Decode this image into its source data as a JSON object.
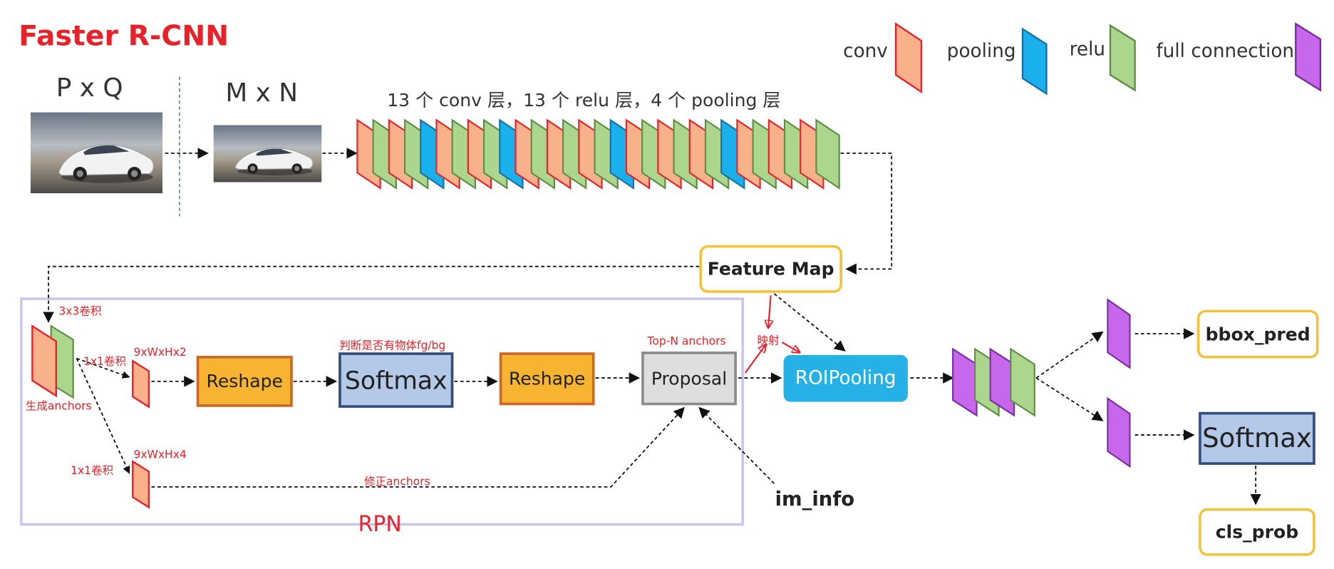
{
  "title": "Faster R-CNN",
  "input_size_pq": "P x Q",
  "input_size_mn": "M x N",
  "backbone_label": "13 个 conv 层，13 个 relu 层，4 个 pooling 层",
  "legend": {
    "conv": "conv",
    "pooling": "pooling",
    "relu": "relu",
    "full_connection": "full connection"
  },
  "colors": {
    "conv": "#f9b18c",
    "relu": "#acd58d",
    "pooling": "#1ab0ec",
    "full_connection": "#c767ec",
    "rpn_border": "#c9c6ee",
    "red_annotation": "#e8222a"
  },
  "backbone_sequence": [
    "conv",
    "relu",
    "conv",
    "relu",
    "pooling",
    "conv",
    "relu",
    "conv",
    "relu",
    "pooling",
    "conv",
    "relu",
    "conv",
    "relu",
    "conv",
    "relu",
    "pooling",
    "conv",
    "relu",
    "conv",
    "relu",
    "conv",
    "relu",
    "pooling",
    "conv",
    "relu",
    "conv",
    "relu",
    "conv",
    "relu"
  ],
  "feature_map": "Feature Map",
  "rpn": {
    "label": "RPN",
    "conv3x3": "3x3卷积",
    "gen_anchors": "生成anchors",
    "conv1x1_top": "1x1卷积",
    "conv1x1_bottom": "1x1卷积",
    "out_cls": "9xWxHx2",
    "out_reg": "9xWxHx4",
    "reshape1": "Reshape",
    "softmax": "Softmax",
    "reshape2": "Reshape",
    "judge": "判断是否有物体fg/bg",
    "topn": "Top-N anchors",
    "proposal": "Proposal",
    "correct_anchors": "修正anchors"
  },
  "mapping": "映射",
  "im_info": "im_info",
  "roi_pooling": "ROIPooling",
  "head": {
    "bbox_pred": "bbox_pred",
    "softmax": "Softmax",
    "cls_prob": "cls_prob"
  }
}
